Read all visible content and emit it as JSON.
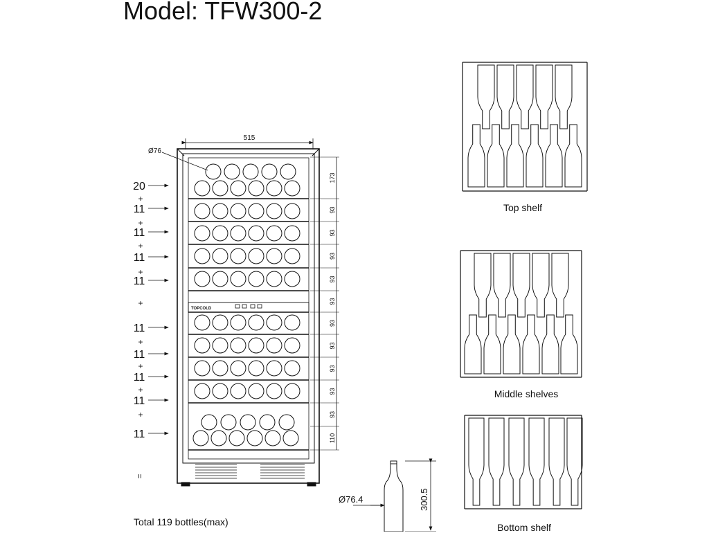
{
  "title": "Model: TFW300-2",
  "total_label": "Total 119 bottles(max)",
  "cabinet": {
    "width_label": "515",
    "bottle_diameter_label": "Ø76",
    "brand_logo": "TOPCOLD",
    "shelf_heights": [
      "173",
      "93",
      "93",
      "93",
      "93",
      "93",
      "93",
      "93",
      "93",
      "93",
      "93",
      "110"
    ],
    "capacities": [
      "20",
      "11",
      "11",
      "11",
      "11",
      "11",
      "11",
      "11",
      "11",
      "11"
    ],
    "plus_sign": "+",
    "equals_sign": "="
  },
  "bottle": {
    "diameter_label": "Ø76.4",
    "height_label": "300.5"
  },
  "shelves": {
    "top_caption": "Top shelf",
    "middle_caption": "Middle shelves",
    "bottom_caption": "Bottom shelf"
  }
}
